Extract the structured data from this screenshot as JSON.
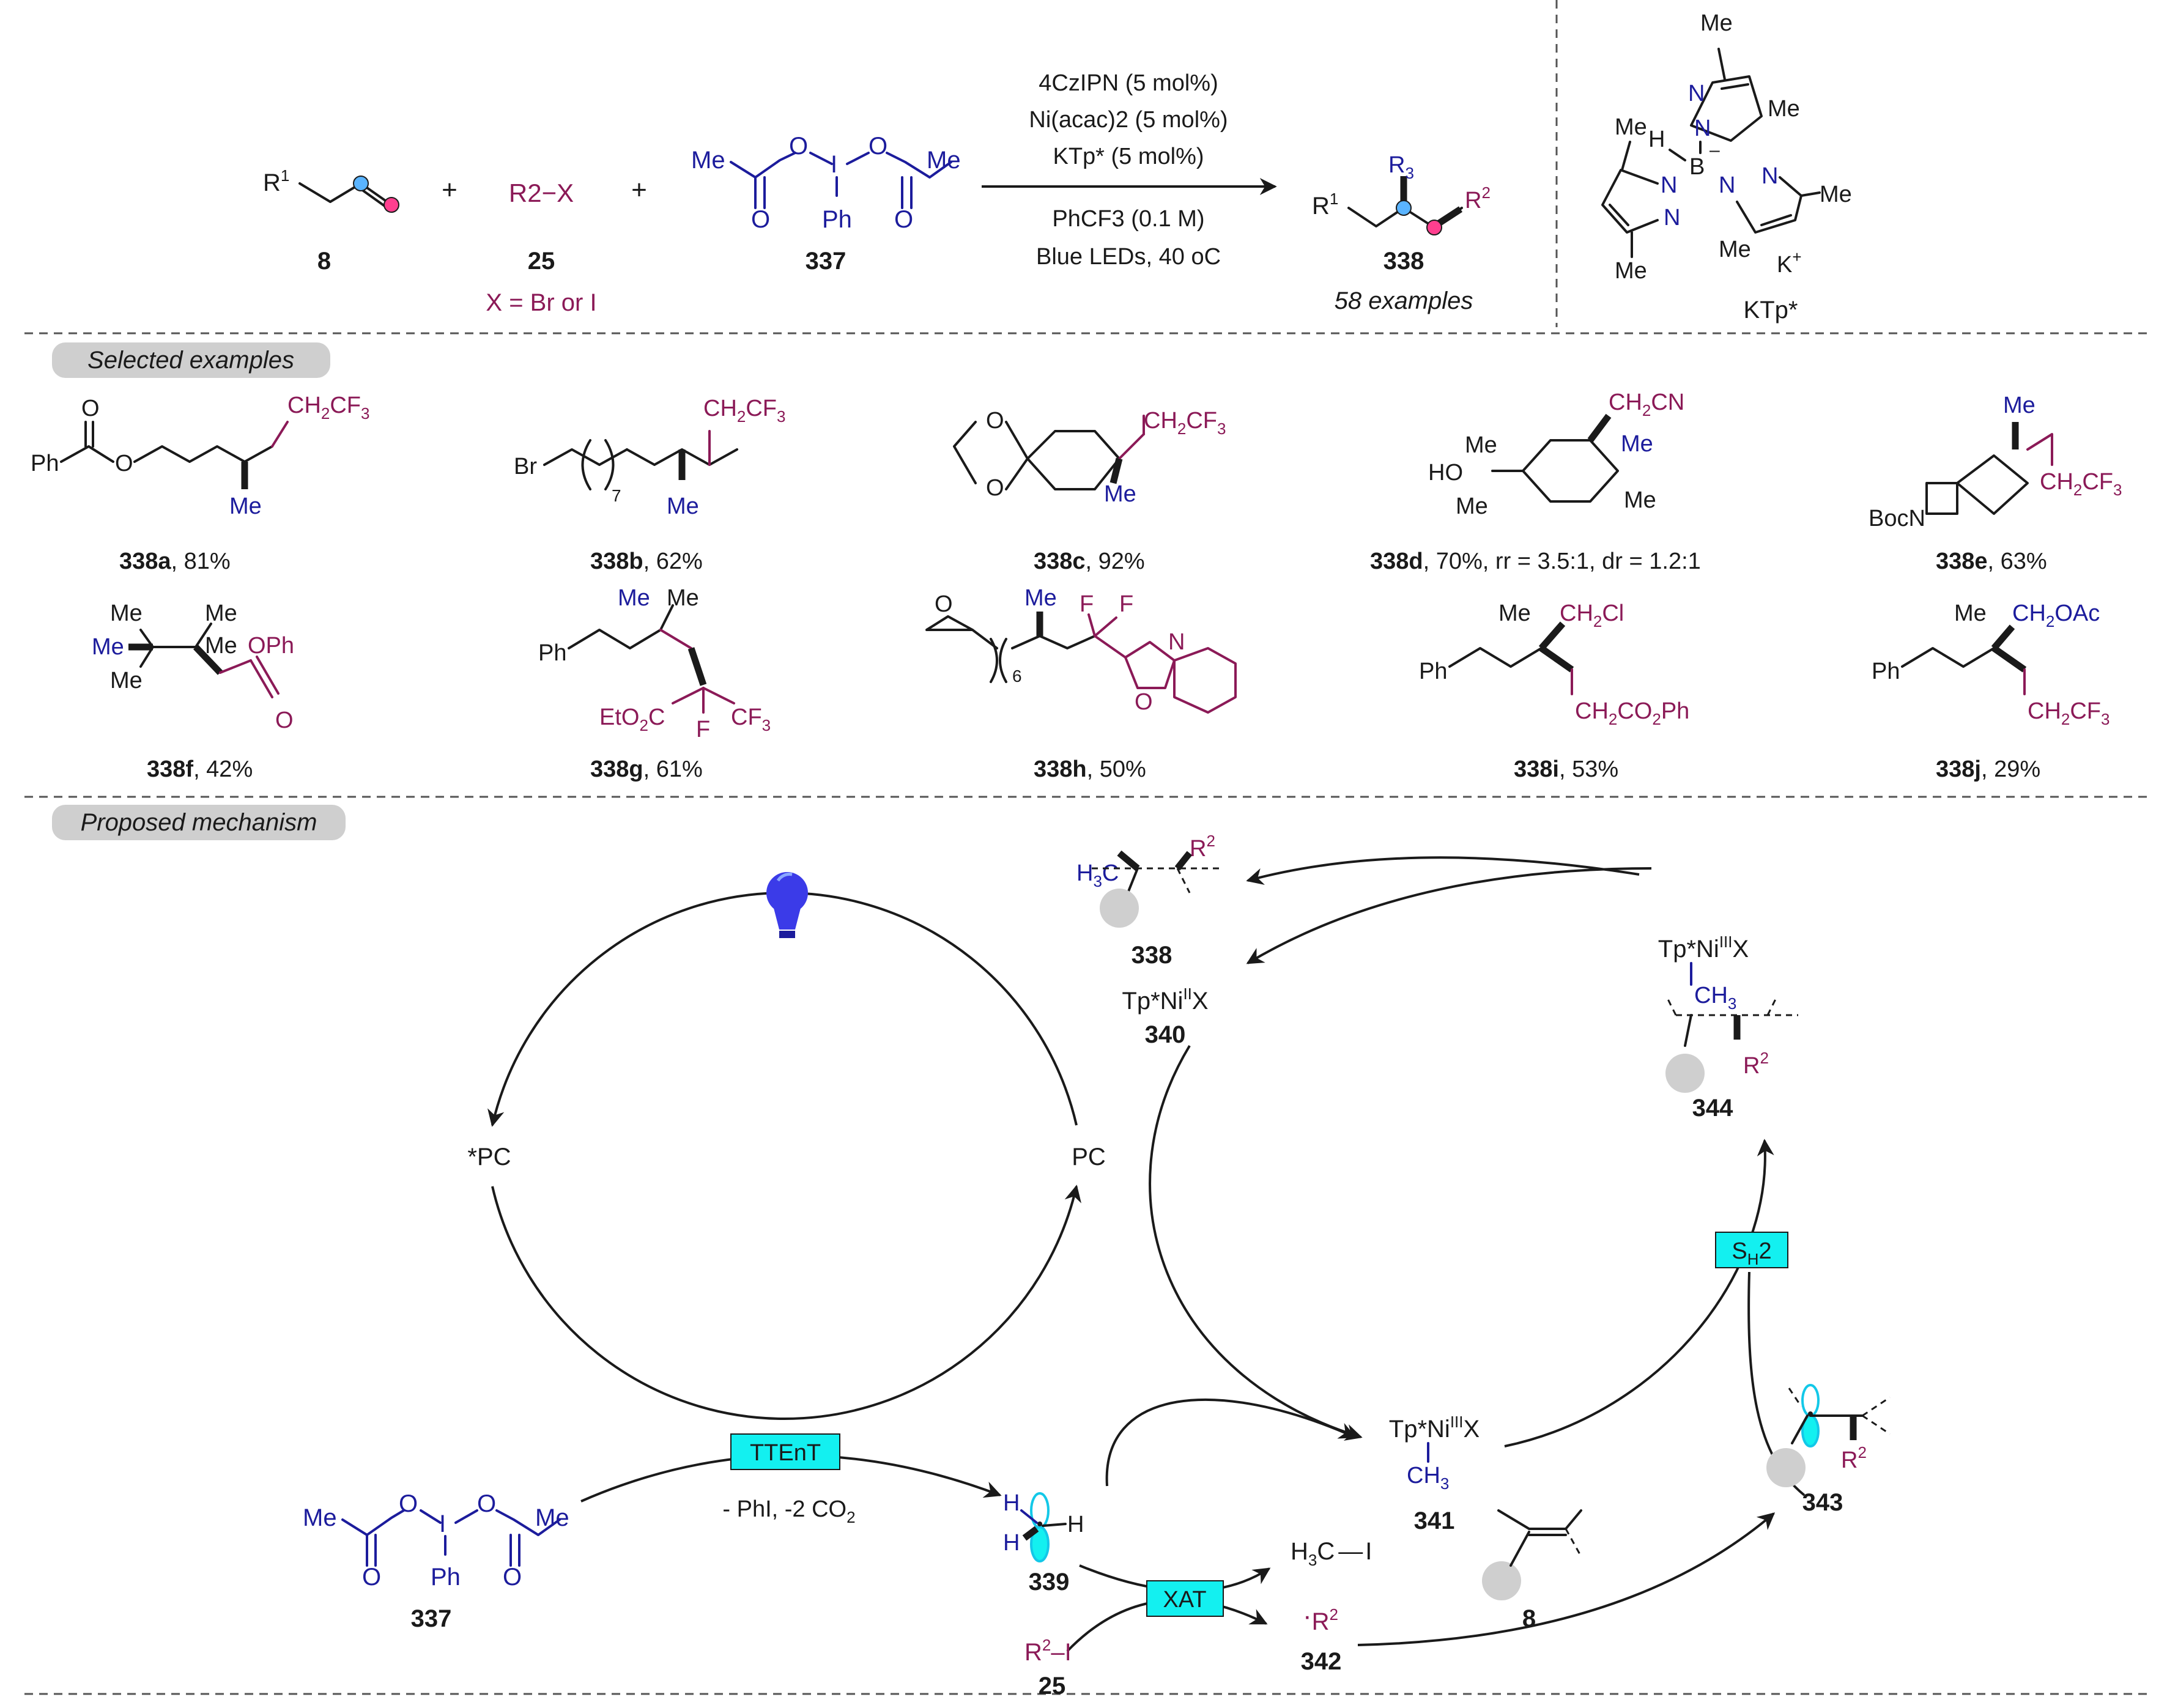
{
  "scheme": {
    "reactant_alkene": "8",
    "halide": "25",
    "halide_formula": "R2−X",
    "halide_note": "X = Br or I",
    "oxidant": "337",
    "product": "338",
    "product_note": "58 examples",
    "conditions": [
      "4CzIPN (5 mol%)",
      "Ni(acac)2 (5 mol%)",
      "KTp* (5 mol%)",
      "PhCF3 (0.1 M)",
      "Blue LEDs, 40 oC"
    ],
    "ligand_name": "KTp*"
  },
  "sections": {
    "examples": "Selected examples",
    "mechanism": "Proposed mechanism"
  },
  "examples": [
    {
      "id": "338a",
      "yield": ", 81%"
    },
    {
      "id": "338b",
      "yield": ", 62%"
    },
    {
      "id": "338c",
      "yield": ", 92%"
    },
    {
      "id": "338d",
      "yield": ", 70%, rr = 3.5:1, dr = 1.2:1"
    },
    {
      "id": "338e",
      "yield": ", 63%"
    },
    {
      "id": "338f",
      "yield": ", 42%"
    },
    {
      "id": "338g",
      "yield": ", 61%"
    },
    {
      "id": "338h",
      "yield": ", 50%"
    },
    {
      "id": "338i",
      "yield": ", 53%"
    },
    {
      "id": "338j",
      "yield": ", 29%"
    }
  ],
  "mechanism": {
    "pc": "PC",
    "pc_excited": "*PC",
    "energy_transfer": "TTEnT",
    "byproducts": "- PhI, -2 CO2",
    "xat": "XAT",
    "sh2": "SH2",
    "methyl_radical": "339",
    "methyl_iodide": "H3C−I",
    "alkyl_radical": "342",
    "alkyl_halide": "R2–I",
    "alkyl_halide_id": "25",
    "alkene_id": "8",
    "ni_ii": "340",
    "ni_iii_methyl": "341",
    "adduct_radical": "343",
    "ni_iii_alkyl": "344",
    "product_id": "338",
    "oxidant_id": "337"
  }
}
